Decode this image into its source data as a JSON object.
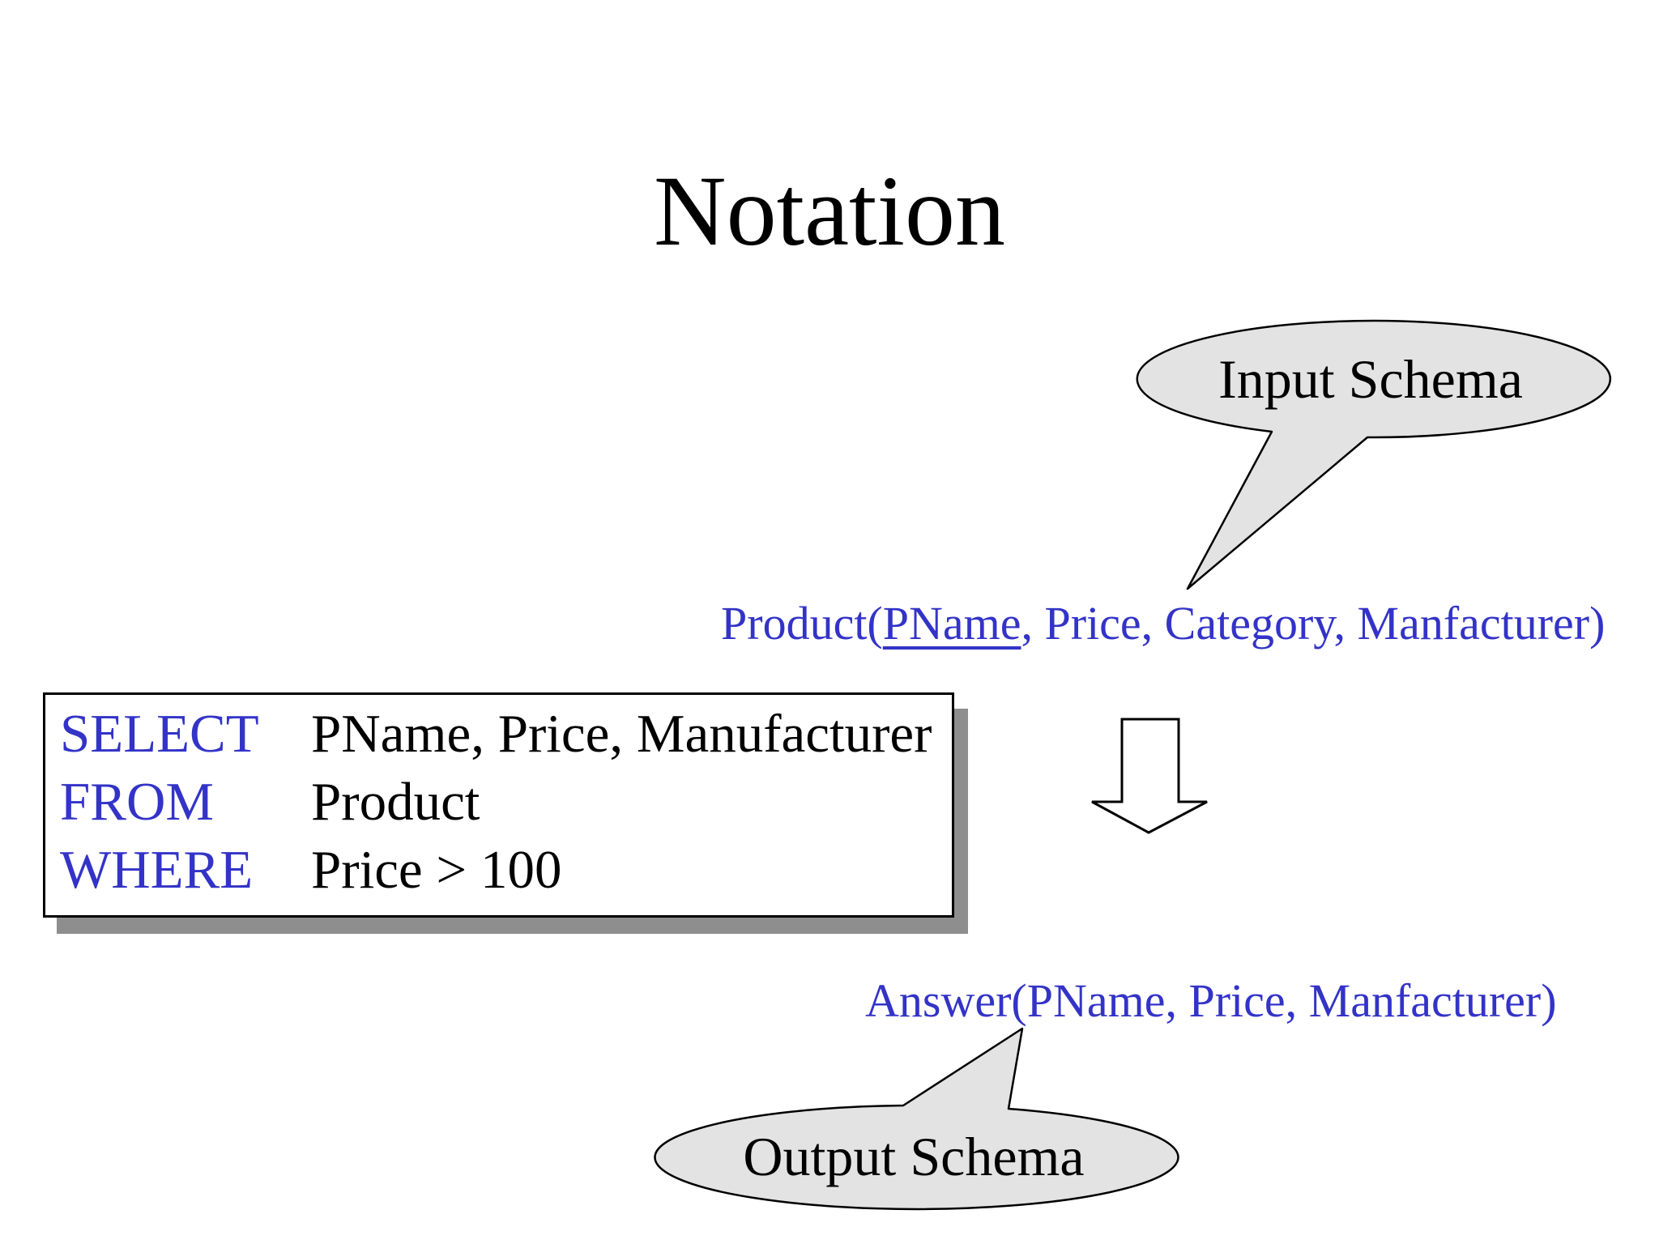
{
  "slide": {
    "title": "Notation",
    "background_color": "#FFFFFF"
  },
  "colors": {
    "keyword_blue": "#3333C8",
    "schema_text_blue": "#3333C8",
    "callout_fill_gray": "#E3E3E3",
    "callout_stroke": "#000000",
    "box_border": "#000000",
    "box_shadow_gray": "#8E8E8E",
    "arrow_fill": "#FFFFFF",
    "text_black": "#000000"
  },
  "input_callout": {
    "label": "Input Schema"
  },
  "input_schema_line": {
    "before": "Product(",
    "key": "PName",
    "after": ", Price, Category, Manfacturer)"
  },
  "sql_box": {
    "lines": [
      {
        "keyword": "SELECT",
        "args": "PName, Price, Manufacturer"
      },
      {
        "keyword": "FROM",
        "args": "Product"
      },
      {
        "keyword": "WHERE",
        "args": "Price > 100"
      }
    ]
  },
  "arrow": {
    "direction": "down"
  },
  "answer_schema_line": {
    "text": "Answer(PName, Price, Manfacturer)"
  },
  "output_callout": {
    "label": "Output Schema"
  }
}
